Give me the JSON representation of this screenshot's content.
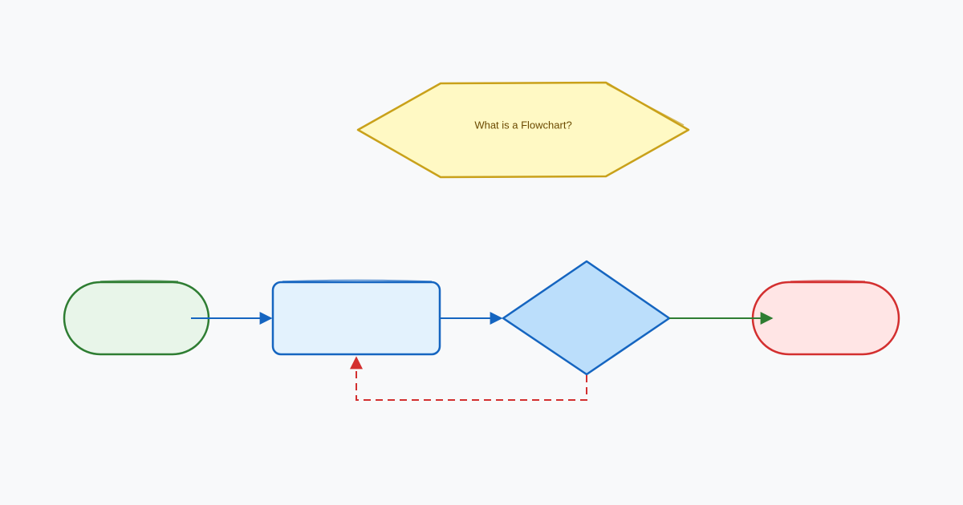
{
  "diagram": {
    "title": "What is a Flowchart?",
    "colors": {
      "background": "#f8f9fa",
      "title_fill": "#fff9c4",
      "title_stroke": "#c9a11a",
      "title_text": "#6b4a00",
      "start_fill": "#e8f5e9",
      "start_stroke": "#2e7d32",
      "process_fill": "#e3f2fd",
      "process_stroke": "#1565c0",
      "decision_fill": "#bbdefb",
      "decision_stroke": "#1565c0",
      "end_fill": "#ffe5e5",
      "end_stroke": "#d32f2f",
      "arrow_blue": "#1565c0",
      "arrow_green": "#2e7d32",
      "arrow_red_dashed": "#d32f2f"
    },
    "nodes": [
      {
        "id": "title",
        "shape": "hexagon",
        "label": "What is a Flowchart?"
      },
      {
        "id": "start",
        "shape": "terminal",
        "label": ""
      },
      {
        "id": "process",
        "shape": "rectangle",
        "label": ""
      },
      {
        "id": "decision",
        "shape": "diamond",
        "label": ""
      },
      {
        "id": "end",
        "shape": "terminal",
        "label": ""
      }
    ],
    "edges": [
      {
        "from": "start",
        "to": "process",
        "style": "solid",
        "color": "blue"
      },
      {
        "from": "process",
        "to": "decision",
        "style": "solid",
        "color": "blue"
      },
      {
        "from": "decision",
        "to": "end",
        "style": "solid",
        "color": "green"
      },
      {
        "from": "decision",
        "to": "process",
        "style": "dashed",
        "color": "red"
      }
    ]
  }
}
